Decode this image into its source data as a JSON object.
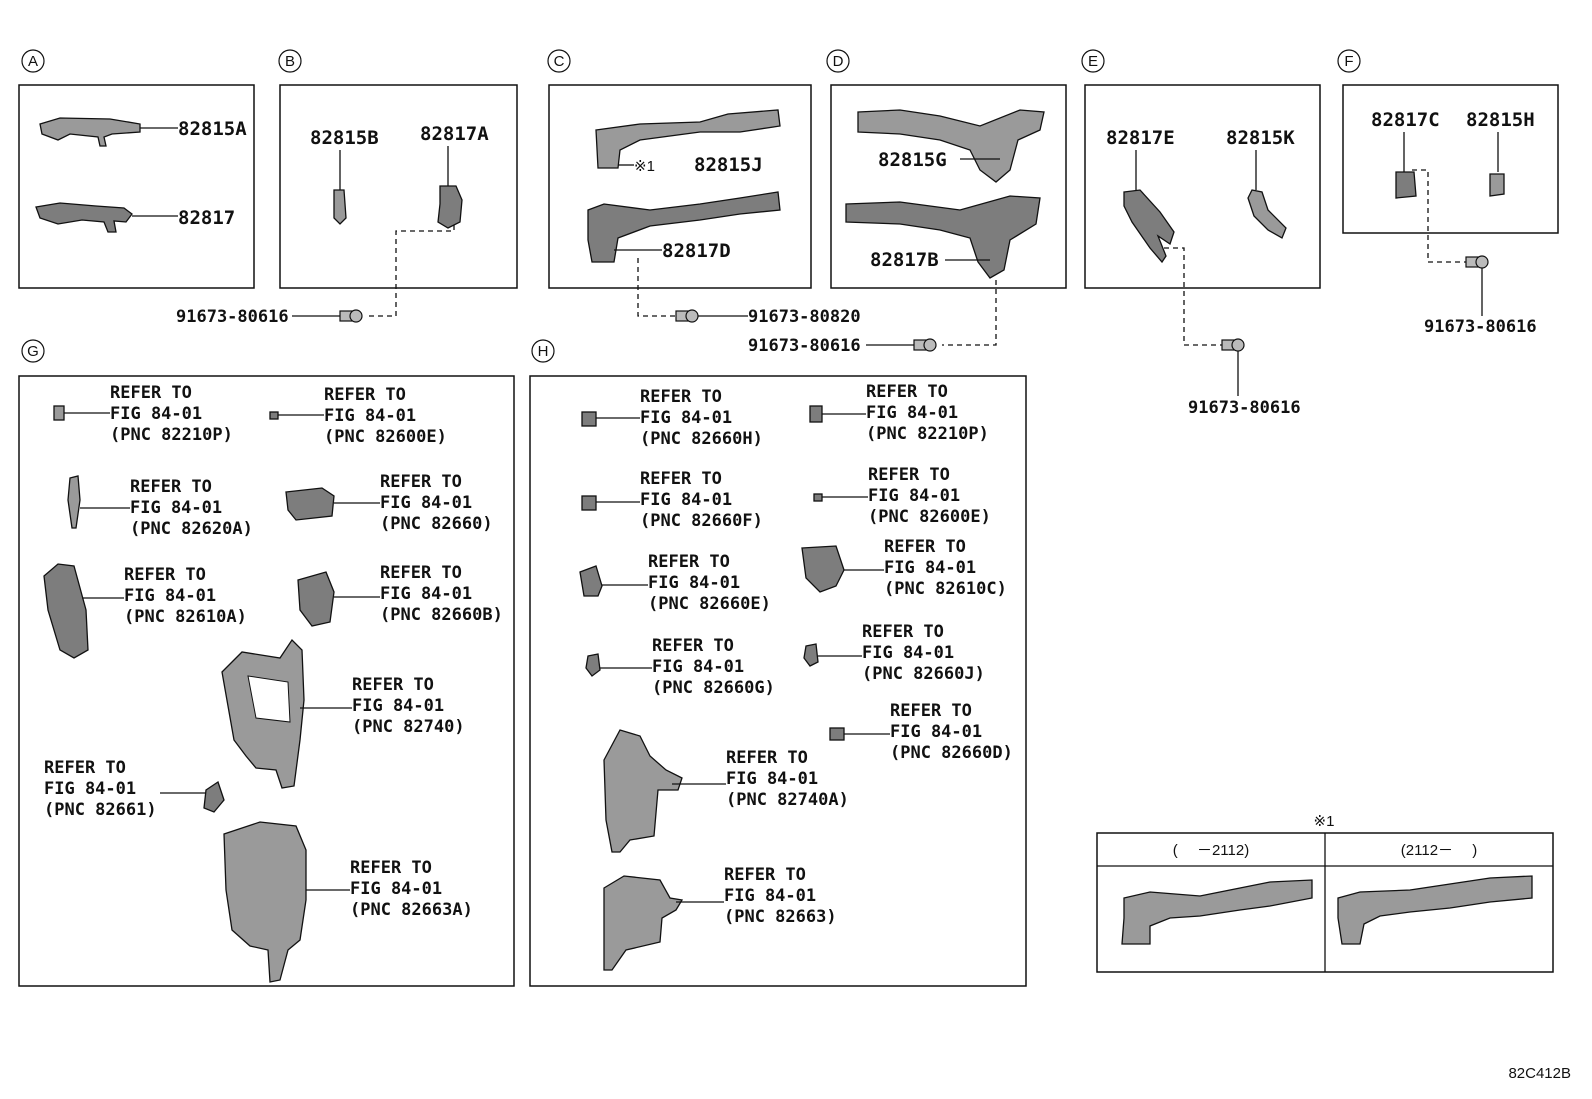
{
  "sections": {
    "A": {
      "letter": "A",
      "parts": [
        "82815A",
        "82817"
      ]
    },
    "B": {
      "letter": "B",
      "parts": [
        "82815B",
        "82817A"
      ]
    },
    "C": {
      "letter": "C",
      "parts": [
        "82815J",
        "82817D"
      ],
      "note_mark": "※1"
    },
    "D": {
      "letter": "D",
      "parts": [
        "82815G",
        "82817B"
      ]
    },
    "E": {
      "letter": "E",
      "parts": [
        "82817E",
        "82815K"
      ]
    },
    "F": {
      "letter": "F",
      "parts": [
        "82817C",
        "82815H"
      ]
    },
    "G": {
      "letter": "G"
    },
    "H": {
      "letter": "H"
    }
  },
  "bolts": {
    "b": "91673-80616",
    "c": "91673-80820",
    "d": "91673-80616",
    "e": "91673-80616",
    "f": "91673-80616"
  },
  "refer": {
    "line1": "REFER TO",
    "line2": "FIG 84-01"
  },
  "g_refs": [
    "(PNC 82210P)",
    "(PNC 82600E)",
    "(PNC 82620A)",
    "(PNC 82660)",
    "(PNC 82610A)",
    "(PNC 82660B)",
    "(PNC 82740)",
    "(PNC 82661)",
    "(PNC 82663A)"
  ],
  "h_refs": [
    "(PNC 82660H)",
    "(PNC 82210P)",
    "(PNC 82660F)",
    "(PNC 82600E)",
    "(PNC 82660E)",
    "(PNC 82610C)",
    "(PNC 82660G)",
    "(PNC 82660J)",
    "(PNC 82660D)",
    "(PNC 82740A)",
    "(PNC 82663)"
  ],
  "note": {
    "mark": "※1",
    "col1": "(　 －2112)",
    "col2": "(2112－　 )"
  },
  "figure_code": "82C412B"
}
